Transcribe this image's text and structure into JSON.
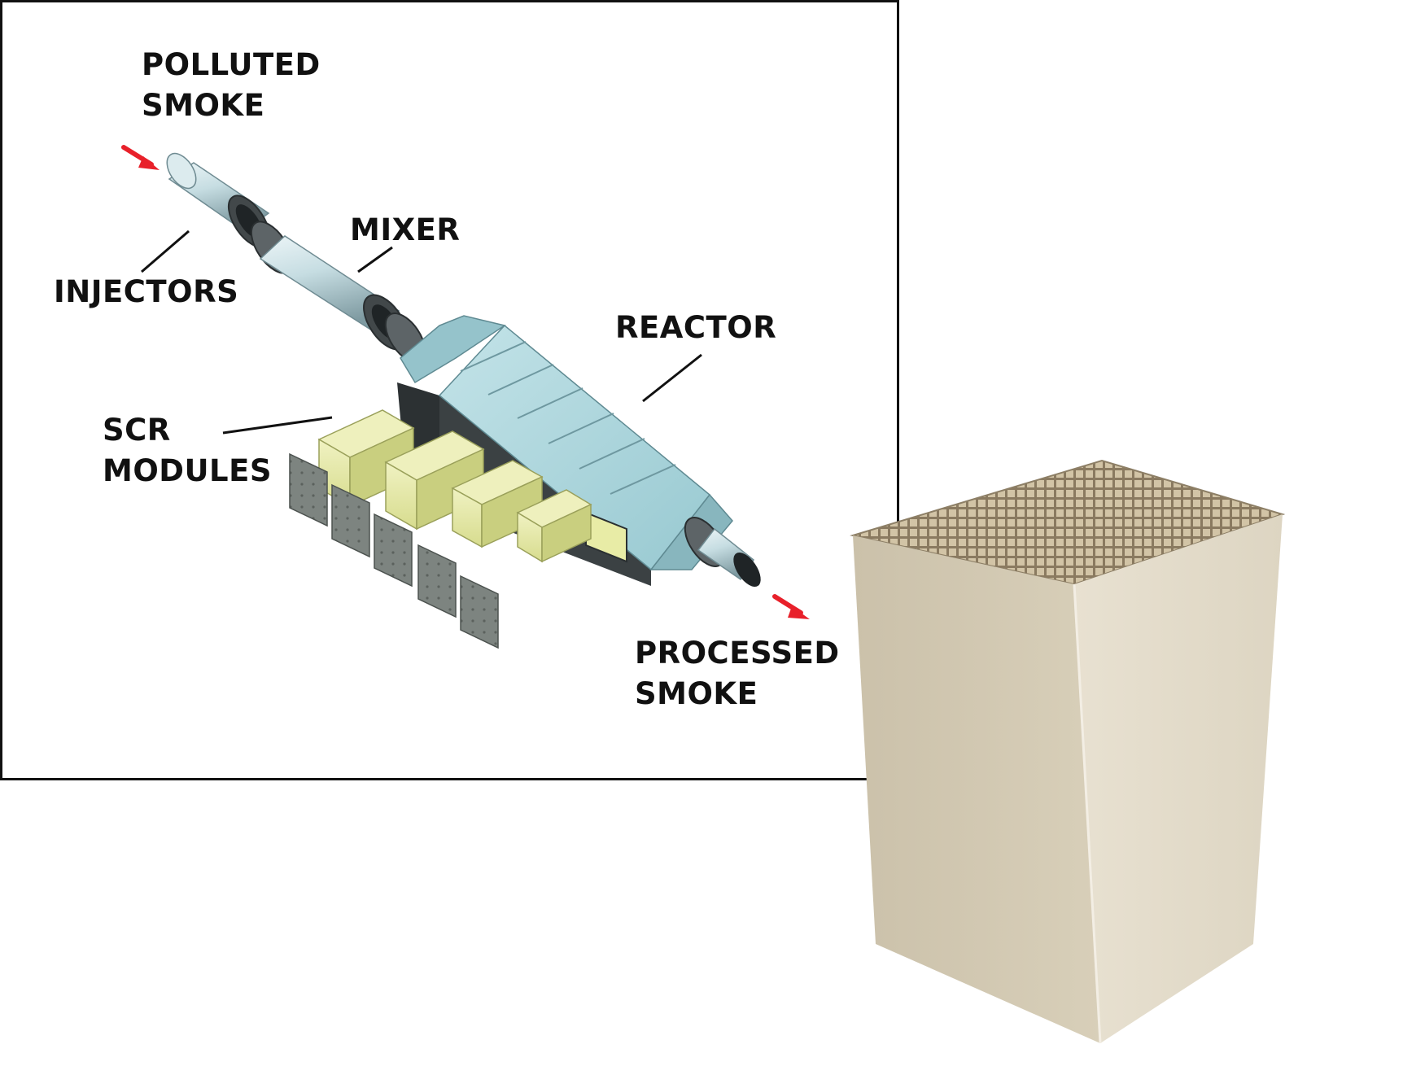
{
  "diagram": {
    "labels": {
      "polluted_smoke": [
        "POLLUTED",
        "SMOKE"
      ],
      "mixer": "MIXER",
      "injectors": "INJECTORS",
      "reactor": "REACTOR",
      "scr_modules": [
        "SCR",
        "MODULES"
      ],
      "processed_smoke": [
        "PROCESSED",
        "SMOKE"
      ]
    },
    "colors": {
      "frame": "#111111",
      "pipe": "#c8dfe4",
      "reactor": "#a9d5dc",
      "module": "#e4e8a6",
      "panel": "#7d8480",
      "flow_arrow": "#e8202a",
      "honeycomb": "#d5ccb6"
    },
    "icons": [
      "flow-arrow-icon"
    ]
  }
}
